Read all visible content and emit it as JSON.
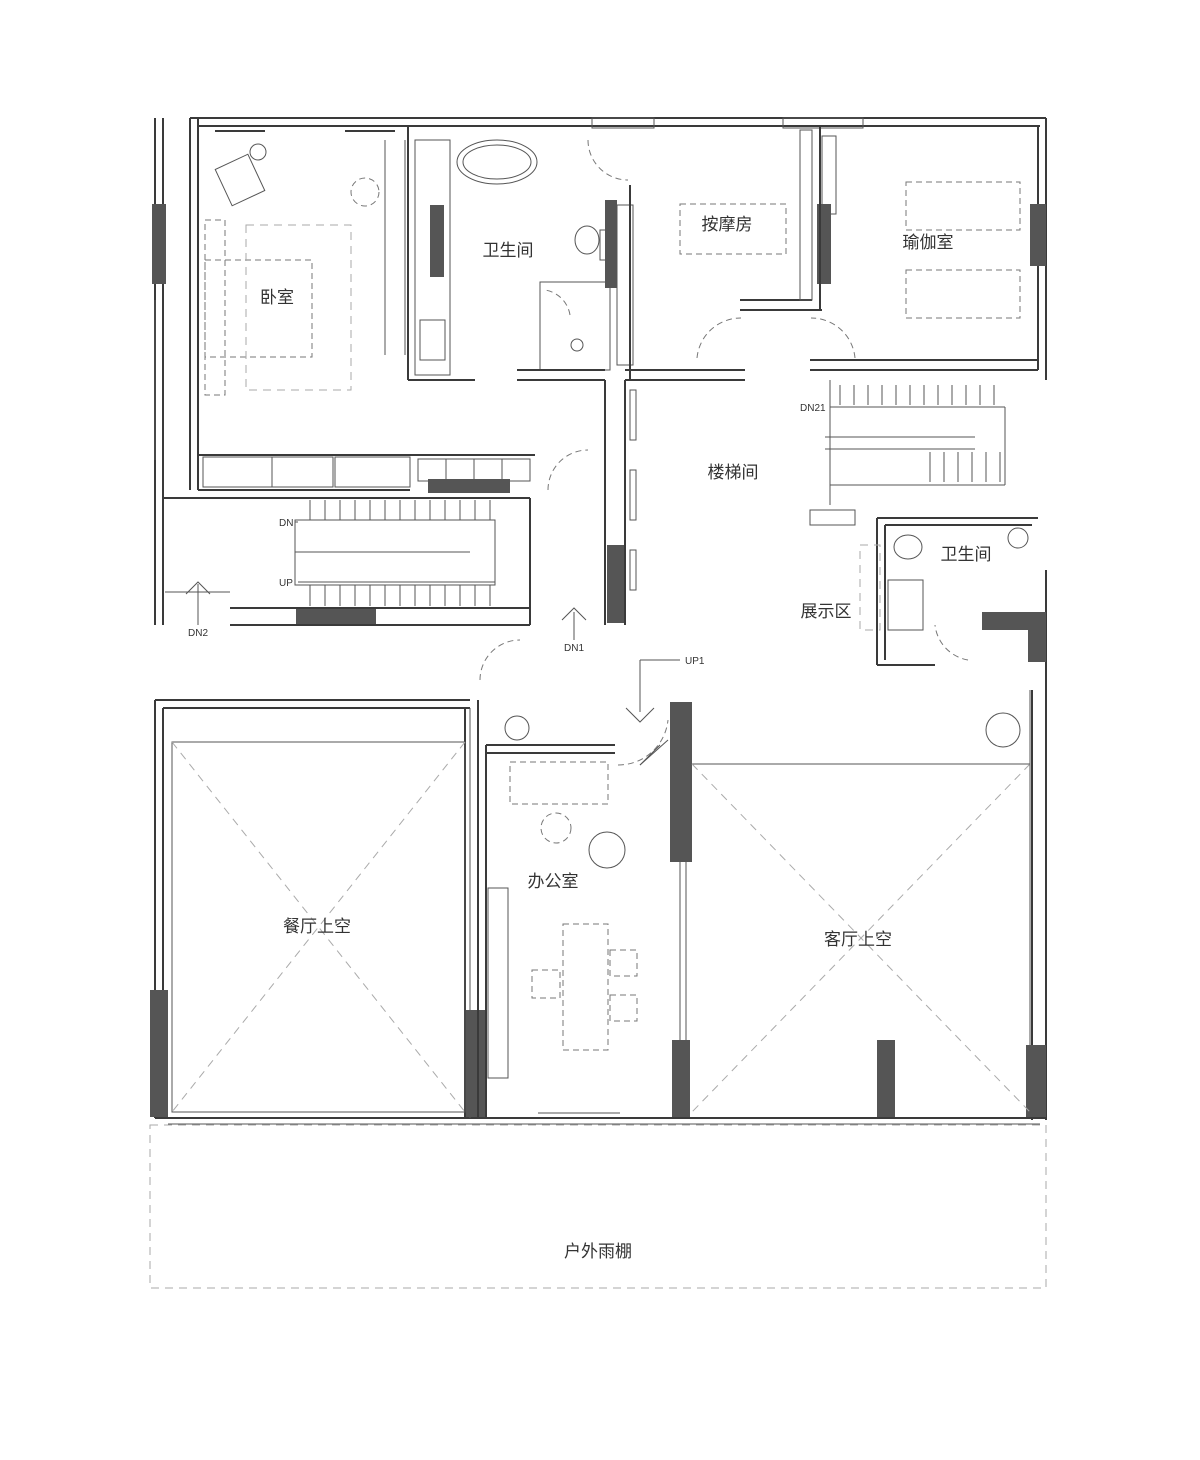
{
  "rooms": {
    "bedroom": "卧室",
    "bathroom_top": "卫生间",
    "massage": "按摩房",
    "yoga": "瑜伽室",
    "stairwell": "楼梯间",
    "bathroom_right": "卫生间",
    "display": "展示区",
    "office": "办公室",
    "dining_void": "餐厅上空",
    "living_void": "客厅上空",
    "canopy": "户外雨棚"
  },
  "markers": {
    "dn": "DN",
    "up": "UP",
    "dn1": "DN1",
    "dn2": "DN2",
    "up1": "UP1",
    "dn21": "DN21"
  }
}
